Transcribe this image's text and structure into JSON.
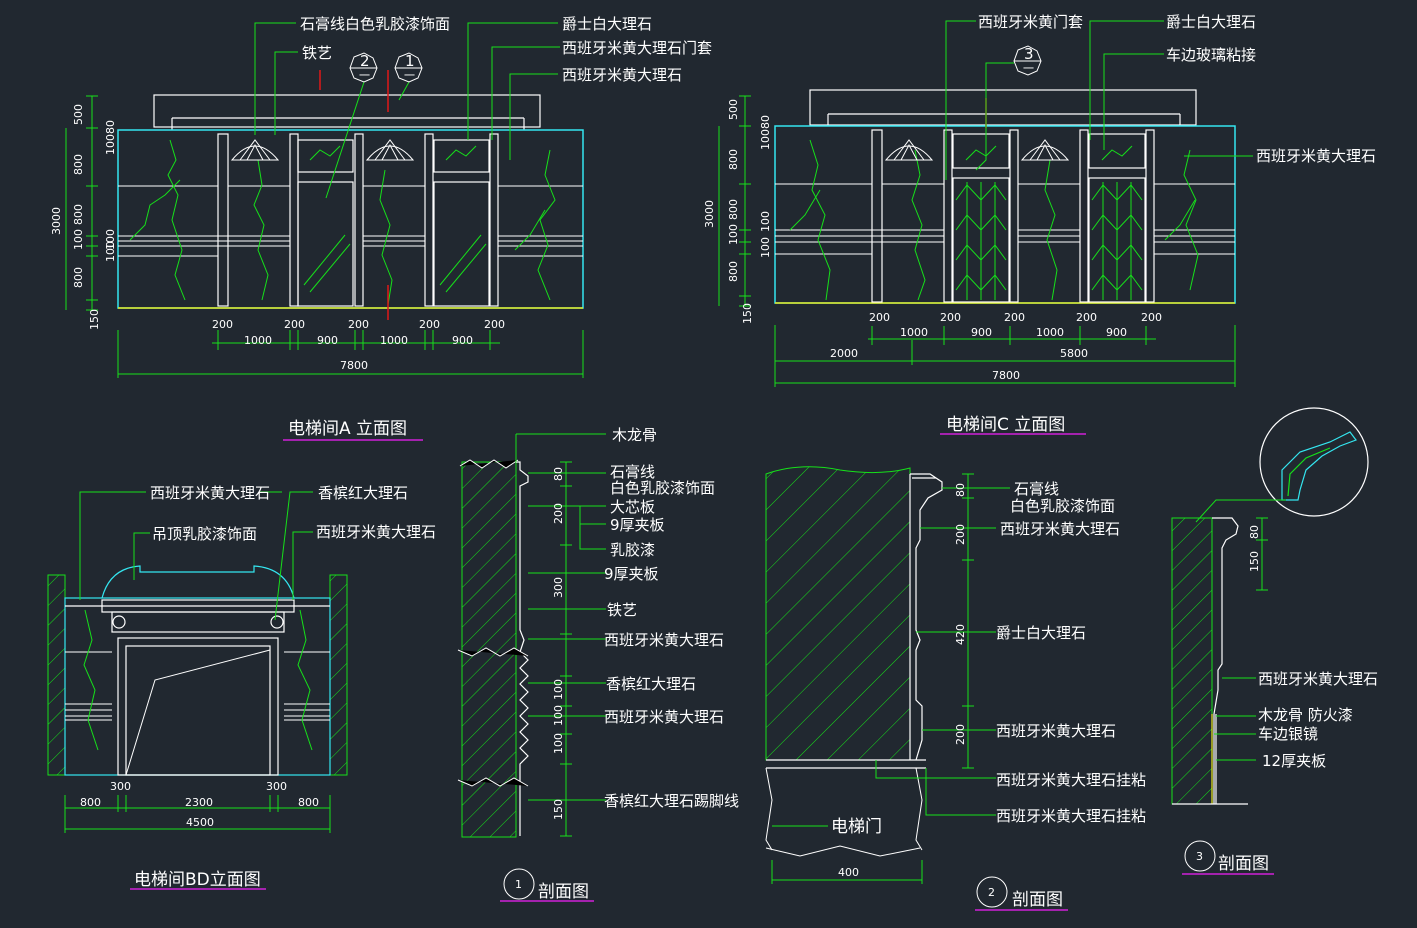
{
  "panels": {
    "a": {
      "title": "电梯间A 立面图",
      "callouts": [
        "石膏线白色乳胶漆饰面",
        "铁艺",
        "爵士白大理石",
        "西班牙米黄大理石门套",
        "西班牙米黄大理石"
      ],
      "markers": [
        {
          "num": "2",
          "sub": "一"
        },
        {
          "num": "1",
          "sub": "一"
        }
      ],
      "vdims": [
        "500",
        "10080",
        "800",
        "3000",
        "800",
        "100",
        "100",
        "100",
        "800",
        "150"
      ],
      "hdims_top": [
        "200",
        "200",
        "200",
        "200",
        "200"
      ],
      "hdims_mid": [
        "1000",
        "900",
        "1000",
        "900"
      ],
      "total": "7800"
    },
    "c": {
      "title": "电梯间C 立面图",
      "callouts": [
        "西班牙米黄门套",
        "爵士白大理石",
        "车边玻璃粘接",
        "西班牙米黄大理石"
      ],
      "marker": {
        "num": "3",
        "sub": "一"
      },
      "vdims": [
        "500",
        "10080",
        "800",
        "3000",
        "800",
        "100",
        "100",
        "100",
        "800",
        "150"
      ],
      "hdims_top": [
        "200",
        "200",
        "200",
        "200",
        "200"
      ],
      "hdims_mid": [
        "1000",
        "900",
        "1000",
        "900"
      ],
      "hdims_low": [
        "2000",
        "5800"
      ],
      "total": "7800"
    },
    "bd": {
      "title": "电梯间BD立面图",
      "callouts": [
        "西班牙米黄大理石",
        "香槟红大理石",
        "吊顶乳胶漆饰面",
        "西班牙米黄大理石"
      ],
      "hdims_top": [
        "300",
        "300"
      ],
      "hdims_mid": [
        "800",
        "2300",
        "800"
      ],
      "total": "4500"
    },
    "s1": {
      "num": "1",
      "title": "剖面图",
      "callouts": [
        "木龙骨",
        "石膏线",
        "白色乳胶漆饰面",
        "大芯板",
        "9厚夹板",
        "乳胶漆",
        "9厚夹板",
        "铁艺",
        "西班牙米黄大理石",
        "香槟红大理石",
        "西班牙米黄大理石",
        "香槟红大理石踢脚线"
      ],
      "vdims": [
        "80",
        "200",
        "300",
        "100",
        "100",
        "100",
        "150"
      ]
    },
    "s2": {
      "num": "2",
      "title": "剖面图",
      "callouts": [
        "石膏线",
        "白色乳胶漆饰面",
        "西班牙米黄大理石",
        "爵士白大理石",
        "西班牙米黄大理石",
        "西班牙米黄大理石挂粘",
        "西班牙米黄大理石挂粘"
      ],
      "door_label": "电梯门",
      "vdims": [
        "80",
        "200",
        "420",
        "200"
      ],
      "hdim": "400"
    },
    "s3": {
      "num": "3",
      "title": "剖面图",
      "callouts": [
        "西班牙米黄大理石",
        "木龙骨 防火漆",
        "车边银镜",
        "12厚夹板"
      ],
      "vdims": [
        "80",
        "150"
      ]
    }
  },
  "colors": {
    "background": "#212830",
    "cyan": "#34e6f0",
    "green": "#16e01a",
    "white": "#ffffff",
    "yellow": "#e8e820",
    "red": "#e01818",
    "magenta": "#d020d8",
    "gray": "#b8b8b8"
  }
}
